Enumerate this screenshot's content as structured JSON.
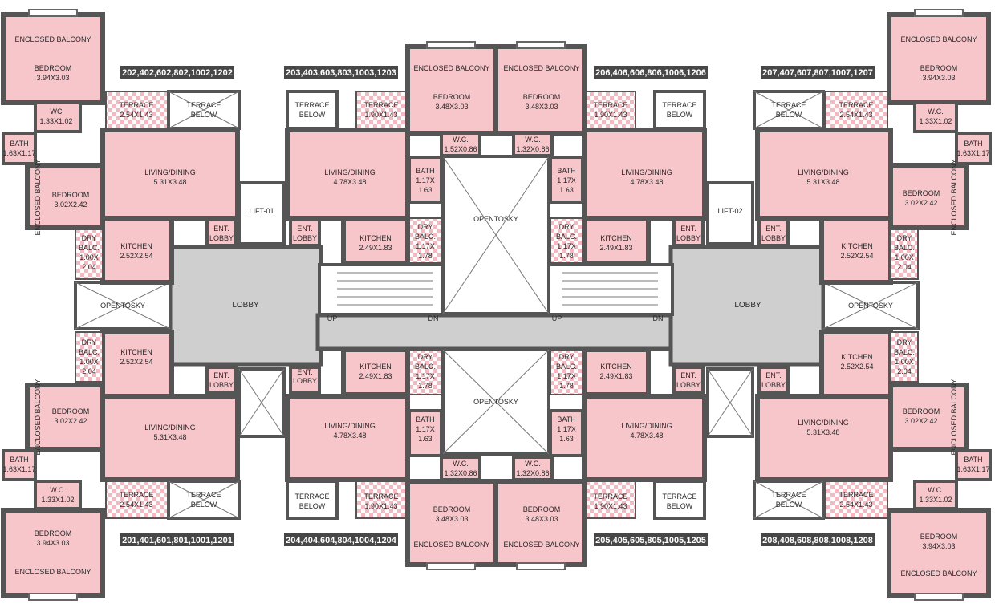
{
  "units": {
    "u202": "202,402,602,802,1002,1202",
    "u203": "203,403,603,803,1003,1203",
    "u206": "206,406,606,806,1006,1206",
    "u207": "207,407,607,807,1007,1207",
    "u201": "201,401,601,801,1001,1201",
    "u204": "204,404,604,804,1004,1204",
    "u205": "205,405,605,805,1005,1205",
    "u208": "208,408,608,808,1008,1208"
  },
  "labels": {
    "enclosed_balcony": "ENCLOSED BALCONY",
    "bedroom": "BEDROOM",
    "terrace": "TERRACE",
    "terrace_below_1": "TERRACE",
    "terrace_below_2": "BELOW",
    "wc": "W.C.",
    "wc_alt": "WC",
    "bath": "BATH",
    "living_dining": "LIVING/DINING",
    "kitchen": "KITCHEN",
    "dry": "DRY",
    "balc": "BALC.",
    "ent": "ENT.",
    "lobby_small": "LOBBY",
    "lobby": "LOBBY",
    "open_to_sky": "OPENTOSKY",
    "lift_01": "LIFT-01",
    "lift_02": "LIFT-02",
    "up": "UP",
    "dn": "DN"
  },
  "dims": {
    "bed_394": "3.94X3.03",
    "bed_302": "3.02X2.42",
    "bed_348": "3.48X3.03",
    "terr_254": "2.54X1.43",
    "terr_190": "1.90X1.43",
    "wc_133": "1.33X1.02",
    "wc_132": "1.32X0.86",
    "wc_152": "1.52X0.86",
    "bath_163": "1.63X1.17",
    "bath_117a": "1.17X",
    "bath_117b": "1.63",
    "liv_531": "5.31X3.48",
    "liv_478": "4.78X3.48",
    "kit_252": "2.52X2.54",
    "kit_249": "2.49X1.83",
    "dry_100a": "1.00X",
    "dry_100b": "2.04",
    "dry_117a": "1.17X",
    "dry_117b": "1.78"
  }
}
